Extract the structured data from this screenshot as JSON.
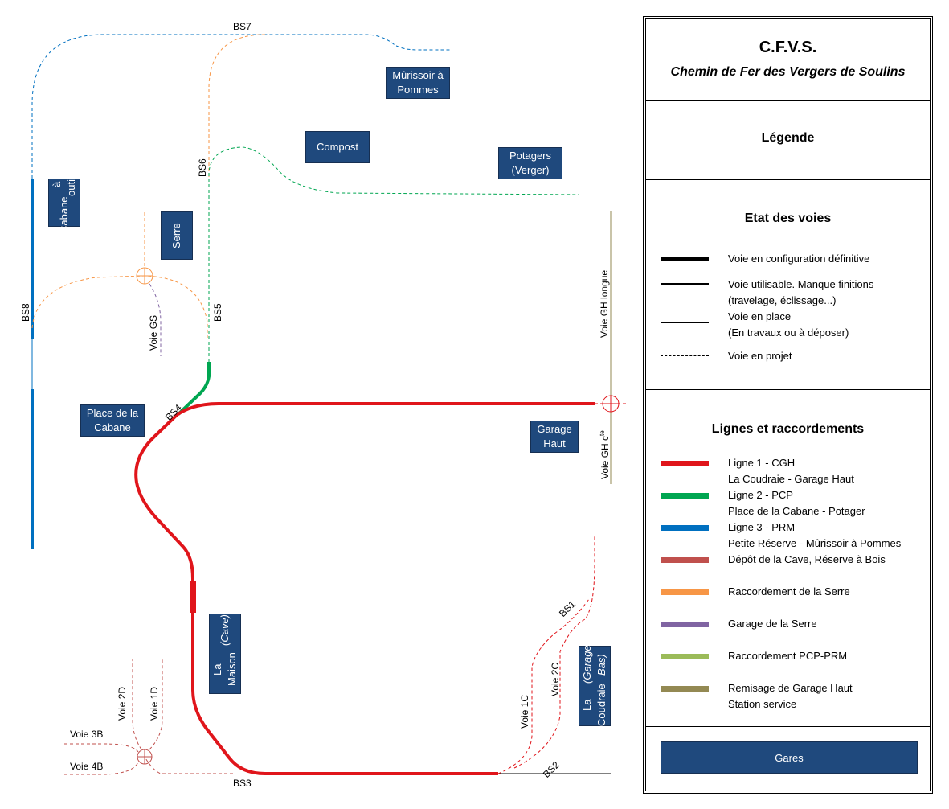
{
  "panel": {
    "title": "C.F.V.S.",
    "subtitle": "Chemin de Fer des Vergers de Soulins",
    "legend_title": "Légende",
    "etat_title": "Etat des voies",
    "etat": [
      {
        "line1": "Voie en configuration définitive",
        "line2": "",
        "style": "thick"
      },
      {
        "line1": "Voie utilisable. Manque finitions",
        "line2": "(travelage, éclissage...)",
        "style": "medium"
      },
      {
        "line1": "Voie en place",
        "line2": "(En travaux ou à déposer)",
        "style": "thin"
      },
      {
        "line1": "Voie en projet",
        "line2": "",
        "style": "dashed"
      }
    ],
    "lignes_title": "Lignes et raccordements",
    "lignes": [
      {
        "line1": "Ligne 1 - CGH",
        "line2": "La Coudraie - Garage Haut",
        "color": "#e0151b"
      },
      {
        "line1": "Ligne 2 - PCP",
        "line2": "Place de la Cabane - Potager",
        "color": "#00a651"
      },
      {
        "line1": "Ligne 3 - PRM",
        "line2": "Petite Réserve - Mûrissoir à Pommes",
        "color": "#0070c0"
      },
      {
        "line1": "Dépôt de la Cave, Réserve à Bois",
        "line2": "",
        "color": "#c0504d"
      },
      {
        "line1": "Raccordement de la Serre",
        "line2": "",
        "color": "#f79646"
      },
      {
        "line1": "Garage de la Serre",
        "line2": "",
        "color": "#8064a2"
      },
      {
        "line1": "Raccordement PCP-PRM",
        "line2": "",
        "color": "#9bbb59"
      },
      {
        "line1": "Remisage de Garage Haut",
        "line2": "Station service",
        "color": "#938953"
      }
    ],
    "gares_label": "Gares"
  },
  "stations": {
    "murissoir": {
      "l1": "Mûrissoir à",
      "l2": "Pommes"
    },
    "compost": "Compost",
    "potagers": {
      "l1": "Potagers",
      "l2": "(Verger)"
    },
    "cabane_outils": {
      "l1": "Cabane",
      "l2": "à outils"
    },
    "serre": "Serre",
    "place_cabane": {
      "l1": "Place de la",
      "l2": "Cabane"
    },
    "garage_haut": {
      "l1": "Garage",
      "l2": "Haut"
    },
    "maison": {
      "l1": "La Maison",
      "l2": "(Cave)"
    },
    "coudraie": {
      "l1": "La Coudraie",
      "l2": "(Garage Bas)"
    }
  },
  "labels": {
    "bs1": "BS1",
    "bs2": "BS2",
    "bs3": "BS3",
    "bs4": "BS4",
    "bs5": "BS5",
    "bs6": "BS6",
    "bs7": "BS7",
    "bs8": "BS8",
    "voie_gs": "Voie GS",
    "voie_gh_longue": "Voie GH longue",
    "voie_gh_cte_main": "Voie GH c",
    "voie_gh_cte_sup": "te",
    "voie_2d": "Voie 2D",
    "voie_1d": "Voie 1D",
    "voie_3b": "Voie 3B",
    "voie_4b": "Voie 4B",
    "voie_1c": "Voie 1C",
    "voie_2c": "Voie 2C"
  },
  "colors": {
    "ligne1": "#e0151b",
    "ligne2": "#00a651",
    "ligne3": "#0070c0",
    "depot": "#c0504d",
    "serre": "#f79646",
    "garage_serre": "#8064a2",
    "pcp_prm": "#9bbb59",
    "remisage": "#938953",
    "gare": "#1f497d"
  }
}
